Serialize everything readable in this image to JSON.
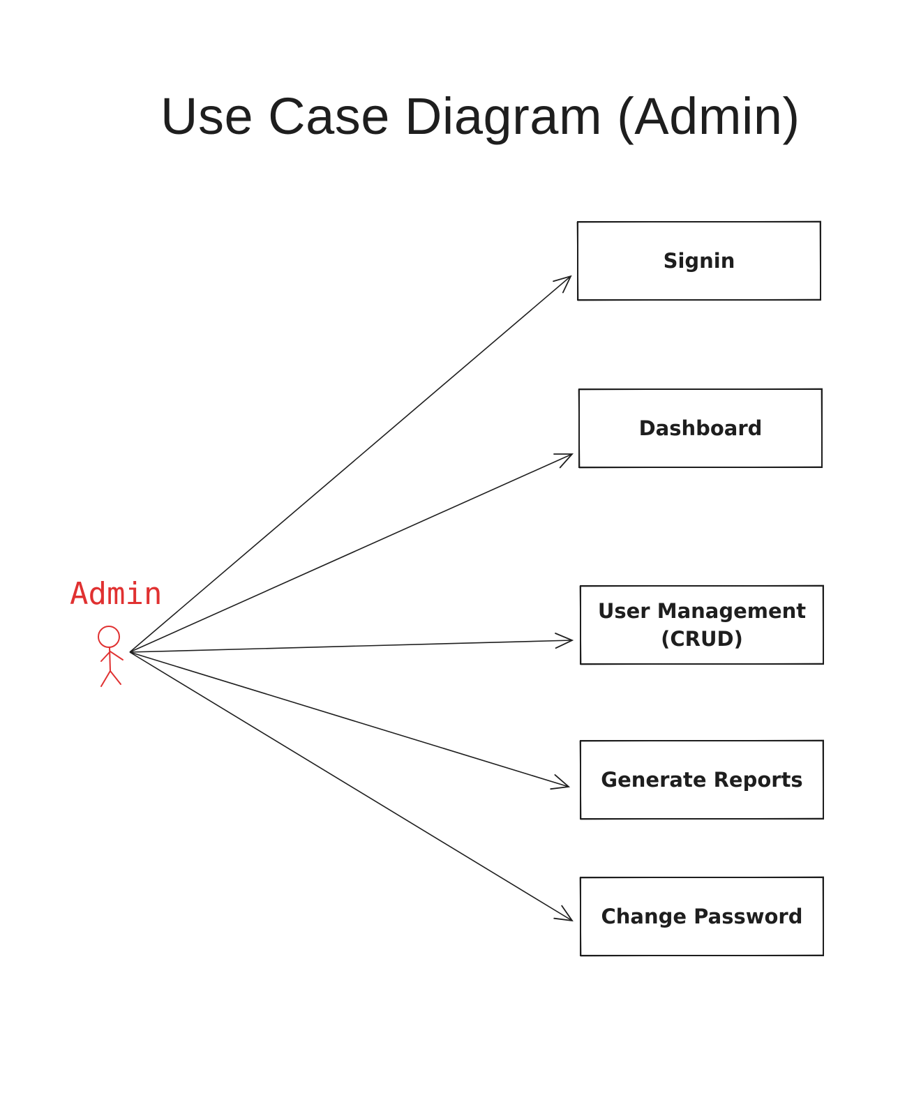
{
  "title": "Use Case Diagram (Admin)",
  "colors": {
    "ink": "#1e1e1e",
    "actor": "#e03131",
    "background": "#ffffff"
  },
  "actor": {
    "name": "Admin",
    "icon": "stick-figure-icon"
  },
  "use_cases": [
    {
      "id": "signin",
      "lines": [
        "Signin"
      ]
    },
    {
      "id": "dashboard",
      "lines": [
        "Dashboard"
      ]
    },
    {
      "id": "user-management",
      "lines": [
        "User Management",
        "(CRUD)"
      ]
    },
    {
      "id": "generate-reports",
      "lines": [
        "Generate Reports"
      ]
    },
    {
      "id": "change-password",
      "lines": [
        "Change Password"
      ]
    }
  ],
  "associations": [
    {
      "from": "actor",
      "to": "signin"
    },
    {
      "from": "actor",
      "to": "dashboard"
    },
    {
      "from": "actor",
      "to": "user-management"
    },
    {
      "from": "actor",
      "to": "generate-reports"
    },
    {
      "from": "actor",
      "to": "change-password"
    }
  ]
}
